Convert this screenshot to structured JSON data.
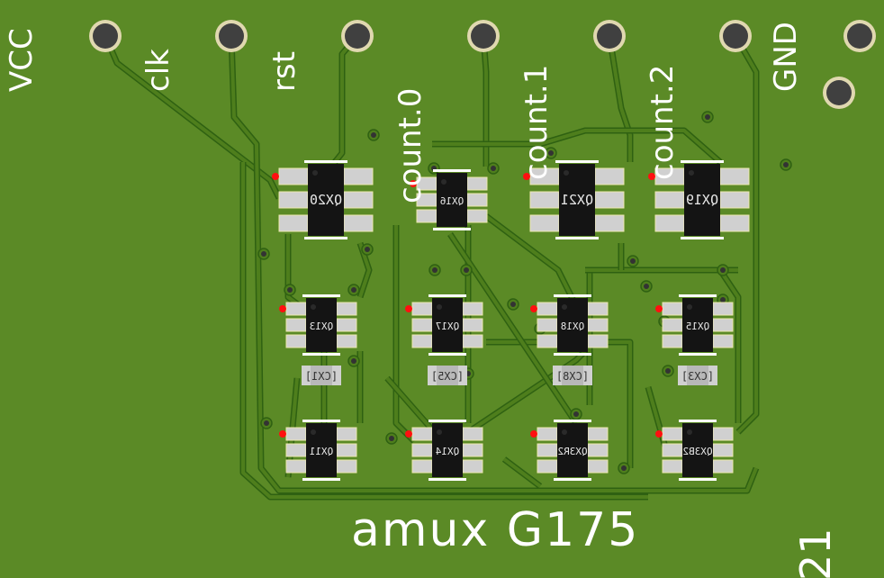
{
  "colors": {
    "board": "#5b8a26",
    "trace": "#4e7e1c",
    "trace_edge": "#2f6112",
    "pad": "#d0d0d0",
    "chip": "#141414",
    "pin1": "#ff1010",
    "silk": "#ffffff"
  },
  "header_pins": [
    {
      "label": "VCC"
    },
    {
      "label": "clk"
    },
    {
      "label": "rst"
    },
    {
      "label": "count.0"
    },
    {
      "label": "count.1"
    },
    {
      "label": "count.2"
    },
    {
      "label": "GND"
    }
  ],
  "chips_top": [
    {
      "label": "QX20"
    },
    {
      "label": "QX16"
    },
    {
      "label": "QX21"
    },
    {
      "label": "QX19"
    }
  ],
  "chips_mid": [
    {
      "label": "QX13"
    },
    {
      "label": "QX17"
    },
    {
      "label": "QX18"
    },
    {
      "label": "QX15"
    }
  ],
  "caps": [
    {
      "label": "CX1"
    },
    {
      "label": "CX5"
    },
    {
      "label": "CX8"
    },
    {
      "label": "CX3"
    }
  ],
  "chips_bot": [
    {
      "label": "QX11"
    },
    {
      "label": "QX14"
    },
    {
      "label": "QX3R2"
    },
    {
      "label": "QX3B2"
    }
  ],
  "board_title": "amux G175",
  "corner_text": "21"
}
